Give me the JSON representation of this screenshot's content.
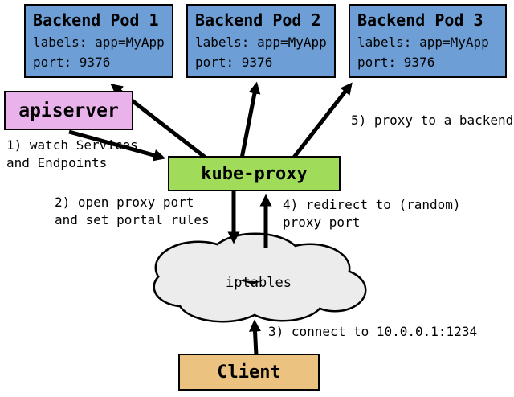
{
  "colors": {
    "pod_fill": "#6d9fd6",
    "apiserver_fill": "#eab2ea",
    "kube_proxy_fill": "#a0dc5a",
    "client_fill": "#ebc27f",
    "cloud_fill": "#ececec",
    "line_color": "#000000"
  },
  "pods": [
    {
      "title": "Backend Pod 1",
      "labels": "labels: app=MyApp",
      "port": "port: 9376"
    },
    {
      "title": "Backend Pod 2",
      "labels": "labels: app=MyApp",
      "port": "port: 9376"
    },
    {
      "title": "Backend Pod 3",
      "labels": "labels: app=MyApp",
      "port": "port: 9376"
    }
  ],
  "nodes": {
    "apiserver": "apiserver",
    "kube_proxy": "kube-proxy",
    "iptables": "iptables",
    "client": "Client"
  },
  "annotations": {
    "step1": [
      "1) watch Services",
      "and Endpoints"
    ],
    "step2": [
      "2) open proxy port",
      "and set portal rules"
    ],
    "step3": [
      "3) connect to 10.0.0.1:1234"
    ],
    "step4": [
      "4) redirect to (random)",
      "proxy port"
    ],
    "step5": [
      "5) proxy to a backend"
    ]
  }
}
